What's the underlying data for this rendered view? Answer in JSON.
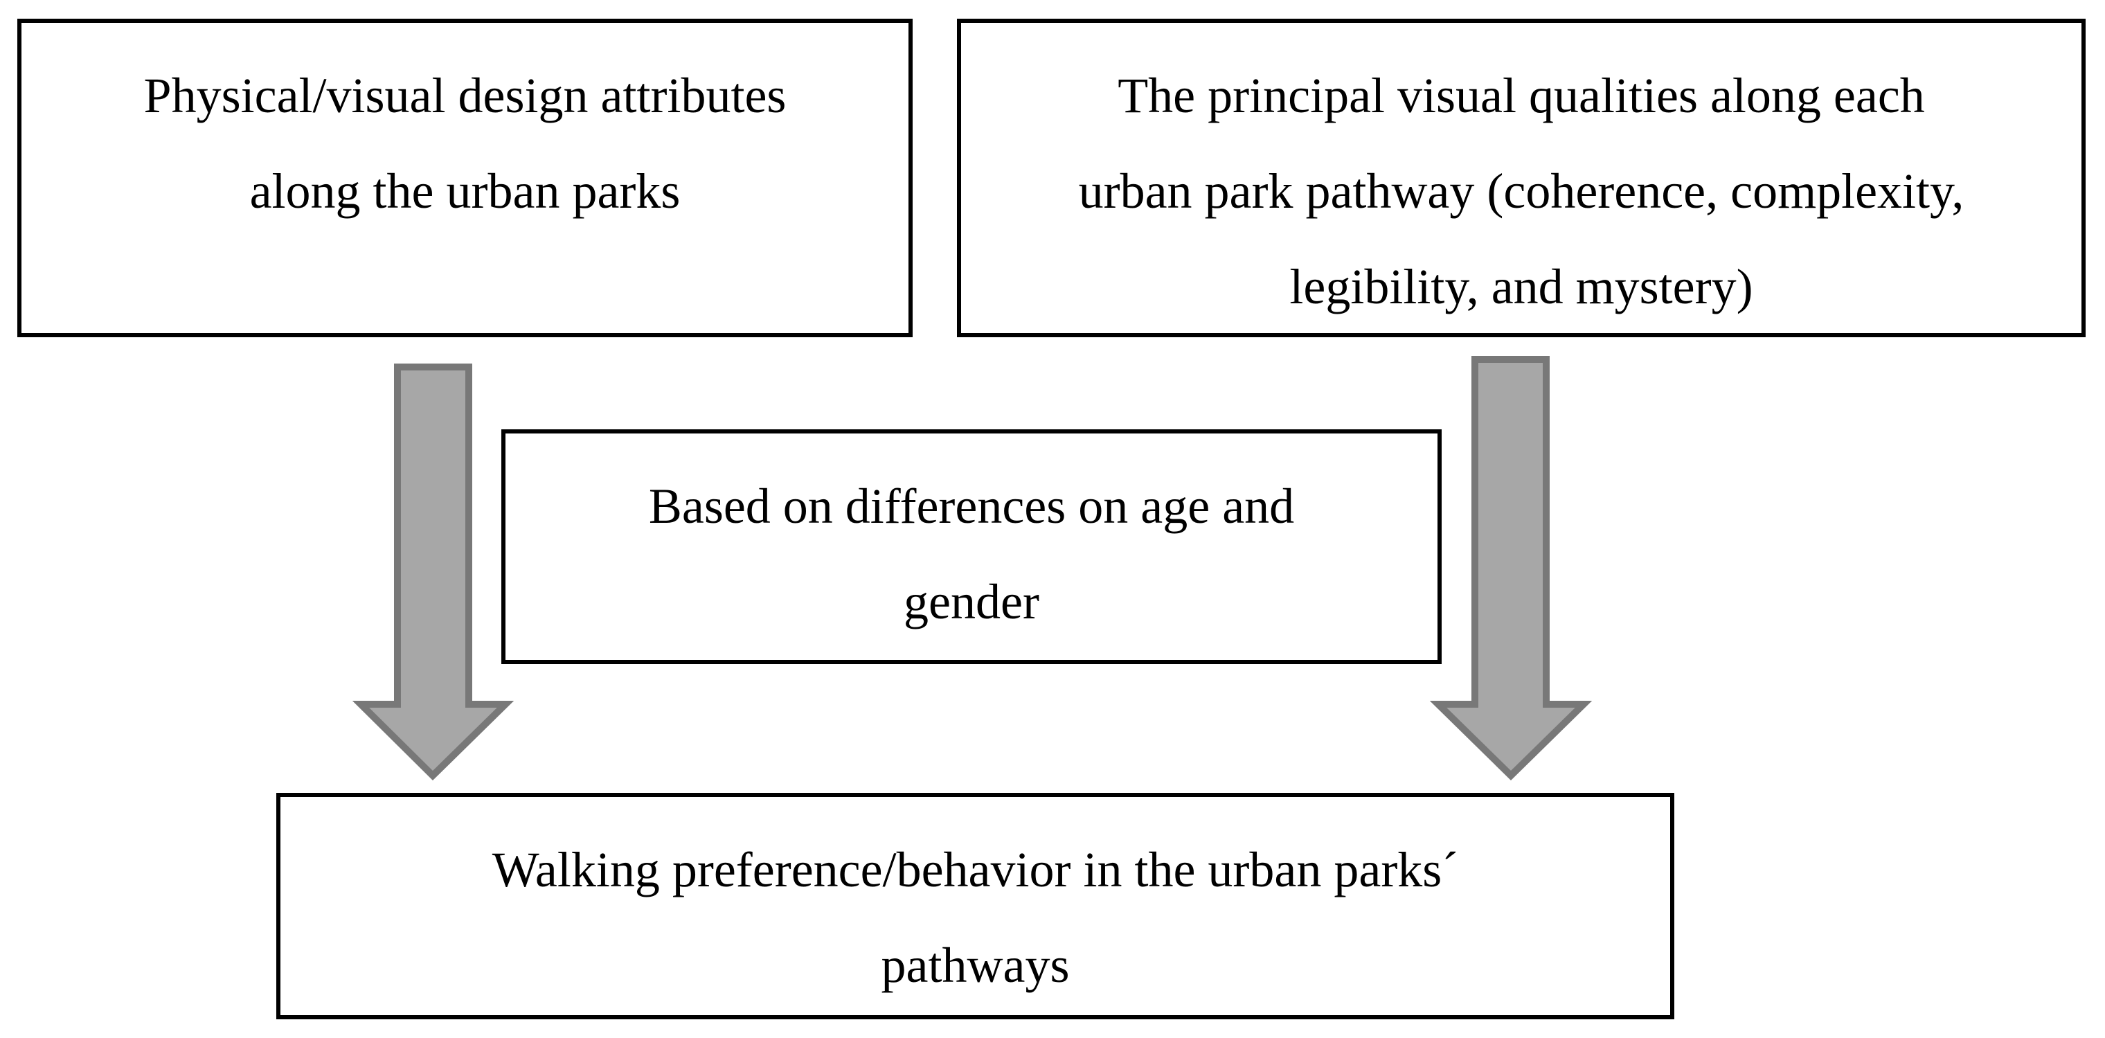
{
  "diagram": {
    "background_color": "#ffffff",
    "box_border_color": "#000000",
    "text_color": "#000000",
    "arrow": {
      "fill": "#a7a7a7",
      "stroke": "#787878"
    },
    "boxes": {
      "physical_attributes": {
        "lines": [
          "Physical/visual design attributes",
          "along the urban parks"
        ]
      },
      "visual_qualities": {
        "lines": [
          "The principal visual qualities along each",
          "urban park pathway (coherence, complexity,",
          "legibility, and mystery)"
        ]
      },
      "age_gender": {
        "lines": [
          "Based on differences on age and",
          "gender"
        ]
      },
      "walking_preference": {
        "lines": [
          "Walking preference/behavior in the urban parks´",
          "pathways"
        ]
      }
    }
  }
}
